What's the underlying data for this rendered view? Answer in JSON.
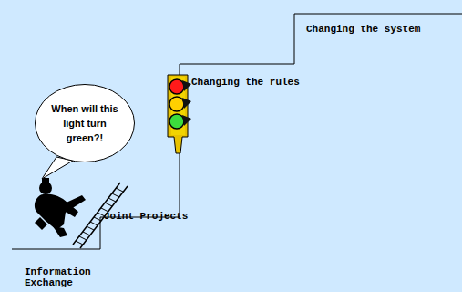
{
  "diagram": {
    "nodes": [
      {
        "text": [
          "When will this light turn green?!"
        ]
      }
    ],
    "labels": [
      "Changing the system",
      "Changing the rules",
      "Joint Projects",
      "Information Exchange"
    ]
  }
}
